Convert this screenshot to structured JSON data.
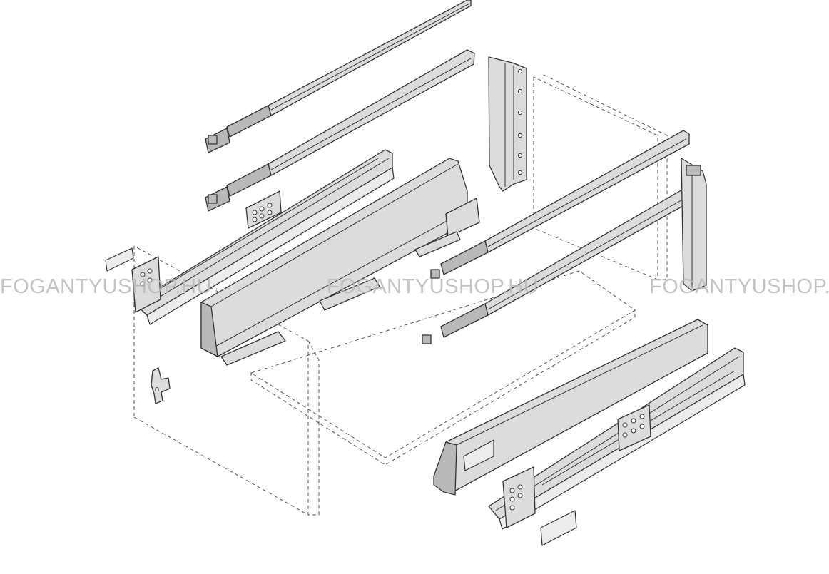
{
  "watermark": {
    "text_1": "FOGANTYUSHOP.HU",
    "text_2": "FOGANTYUSHOP.HU",
    "text_3": "FOGANTYUSHOP.HU",
    "color": "#b9b9b9"
  },
  "colors": {
    "part_fill": "#dcdcdc",
    "part_dark": "#b3b3b3",
    "outline": "#333333",
    "dashed": "#555555"
  }
}
